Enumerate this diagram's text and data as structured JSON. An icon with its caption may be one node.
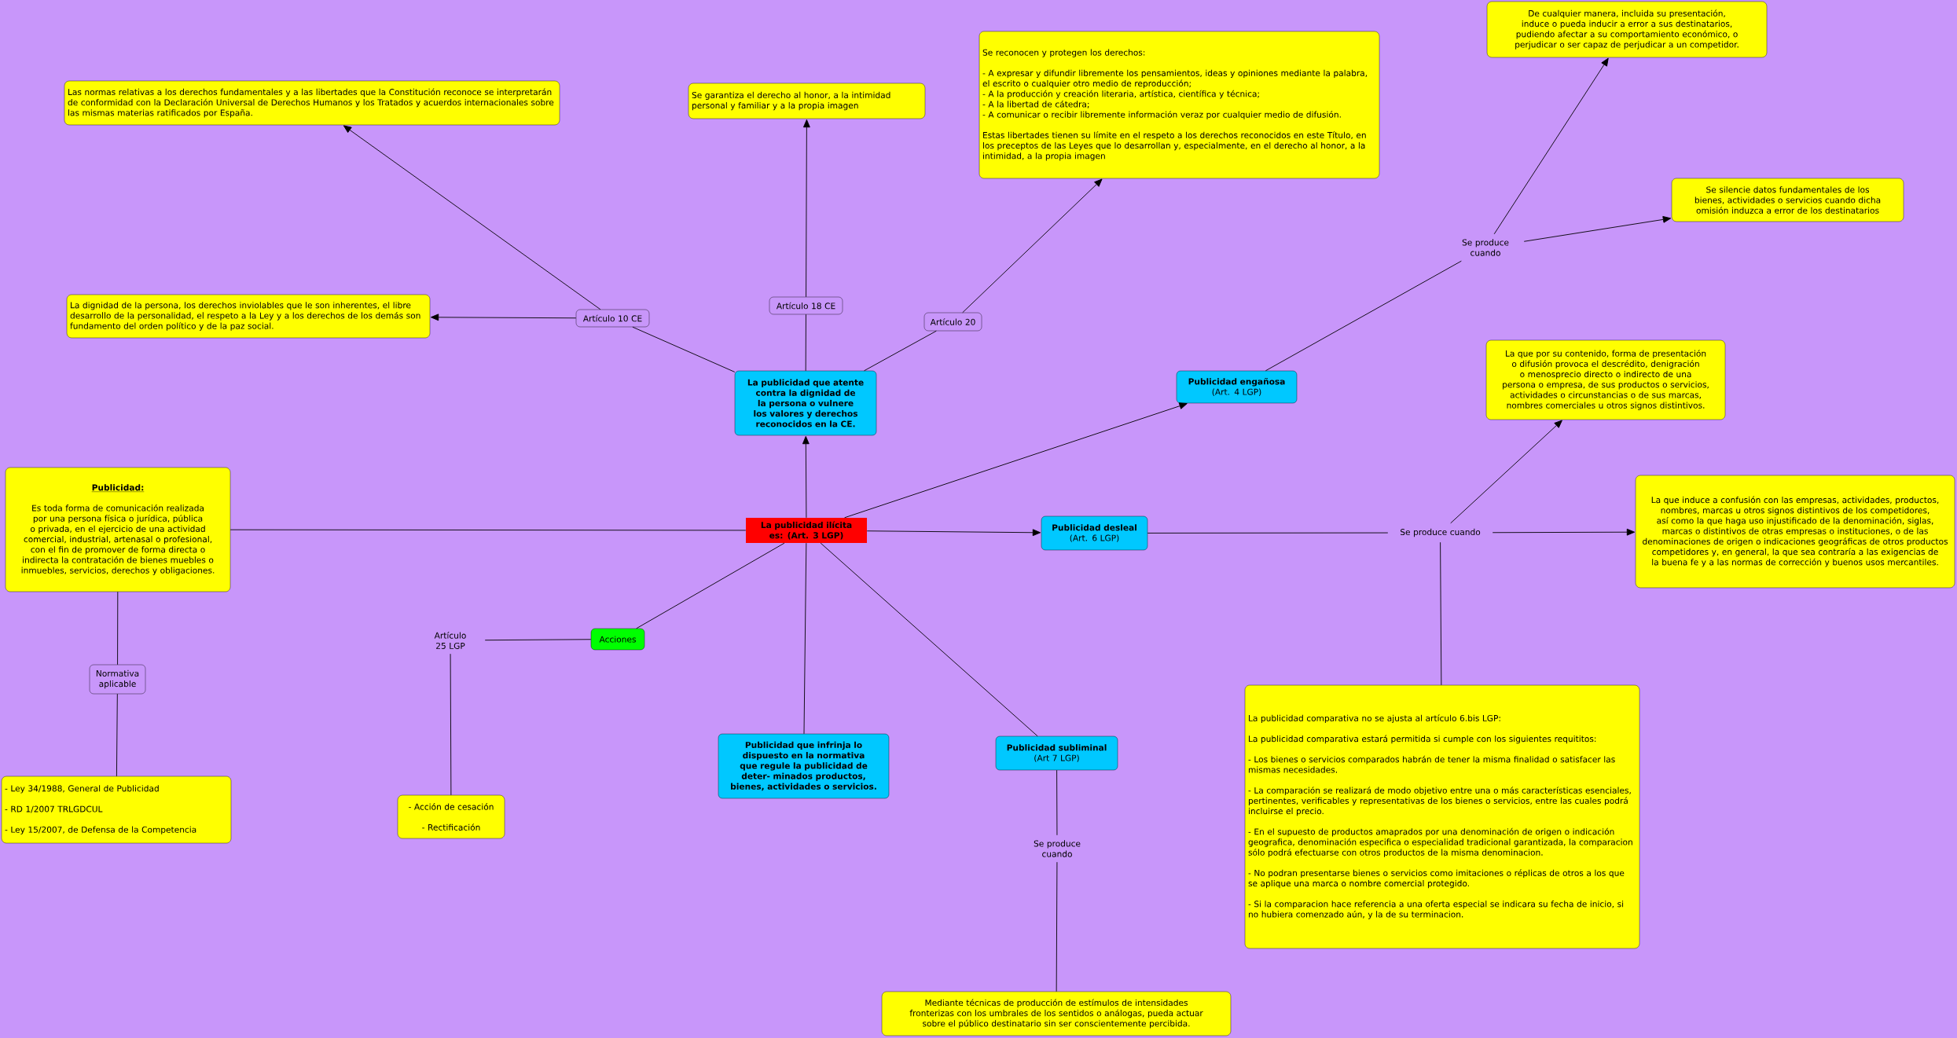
{
  "diagram": {
    "nodes": [
      {
        "text": [
          "La publicidad ilícita es: (Art. 3 LGP)"
        ]
      },
      {
        "text": [
          "La publicidad que atente contra la dignidad de la persona o vulnere los valores y derechos reconocidos en la CE."
        ]
      },
      {
        "text": [
          "Artículo 10 CE"
        ]
      },
      {
        "text": [
          "Las normas relativas a los derechos fundamentales y a las libertades que la Constitución reconoce se interpretarán de conformidad con la Declaración Universal de Derechos Humanos y los Tratados y acuerdos internacionales sobre las mismas materias ratificados por España."
        ]
      },
      {
        "text": [
          "La dignidad de la persona, los derechos inviolables que le son inherentes, el libre desarrollo de la personalidad, el respeto a la Ley y a los derechos de los demás son fundamento del orden político y de la paz social."
        ]
      },
      {
        "text": [
          "Artículo 18 CE"
        ]
      },
      {
        "text": [
          "Se garantiza el derecho al honor, a la intimidad personal y familiar y a la propia imagen"
        ]
      },
      {
        "text": [
          "Artículo 20"
        ]
      },
      {
        "text": [
          "Se reconocen y protegen los derechos:",
          "- A expresar y difundir libremente los pensamientos, ideas y opiniones mediante la palabra, el escrito o cualquier otro medio de reproducción;",
          "- A la producción y creación literaria, artística, científica y técnica;",
          "- A la libertad de cátedra;",
          "- A comunicar o recibir libremente información veraz por cualquier medio de difusión.",
          "Estas libertades tienen su límite en el respeto a los derechos reconocidos en este Título, en los preceptos de las Leyes que lo desarrollan y, especialmente, en el derecho al honor, a la intimidad, a la propia imagen"
        ]
      },
      {
        "text": [
          "Publicidad engañosa",
          "(Art. 4 LGP)"
        ]
      },
      {
        "text": [
          "Se produce cuando"
        ]
      },
      {
        "text": [
          "De cualquier manera, incluida su presentación, induce o pueda inducir a error a sus destinatarios, pudiendo afectar a su comportamiento económico, o perjudicar o ser capaz de perjudicar a un competidor."
        ]
      },
      {
        "text": [
          "Se silencie datos fundamentales de los bienes, actividades o servicios cuando dicha omisión induzca a error de los destinatarios"
        ]
      },
      {
        "text": [
          "Publicidad desleal",
          "(Art. 6 LGP)"
        ]
      },
      {
        "text": [
          "Se produce cuando"
        ]
      },
      {
        "text": [
          "La que por su contenido, forma de presentación o difusión provoca el descrédito, denigración o menosprecio directo o indirecto de una persona o empresa, de sus productos o servicios, actividades o circunstancias o de sus marcas, nombres comerciales u otros signos distintivos."
        ]
      },
      {
        "text": [
          "La que induce a confusión con las empresas, actividades, productos, nombres, marcas u otros signos distintivos de los competidores, así como la que haga uso injustificado de la denominación, siglas, marcas o distintivos de otras empresas o instituciones, o de las denominaciones de origen o indicaciones geográficas de otros productos competidores y, en general, la que sea contraría a las exigencias de la buena fe y a las normas de corrección y buenos usos mercantiles."
        ]
      },
      {
        "text": [
          "La publicidad comparativa no se ajusta al artículo 6.bis LGP:",
          "La publicidad comparativa estará permitida si cumple con los siguientes requititos:",
          "- Los bienes o servicios comparados habrán de tener la misma finalidad o satisfacer las mismas necesidades.",
          "- La comparación se realizará de modo objetivo entre una o más características esenciales, pertinentes, verificables y representativas de los bienes o servicios, entre las cuales podrá incluirse el precio.",
          "- En el supuesto de productos amaprados por una denominación de origen o indicación geografica, denominación especifica o especialidad tradicional garantizada, la comparacion sólo podrá efectuarse con otros productos de la misma denominacion.",
          "- No podran presentarse bienes o servicios como imitaciones o réplicas de otros a los que se aplique una marca o nombre comercial protegido.",
          "- Si la comparacion hace referencia a una oferta especial se indicara su fecha de inicio, si no hubiera comenzado aún, y la de su terminacion."
        ]
      },
      {
        "text": [
          "Publicidad subliminal",
          "(Art 7 LGP)"
        ]
      },
      {
        "text": [
          "Se produce cuando"
        ]
      },
      {
        "text": [
          "Mediante técnicas de producción de estímulos de intensidades fronterizas con los umbrales de los sentidos o análogas, pueda actuar sobre el público destinatario sin ser conscientemente percibida."
        ]
      },
      {
        "text": [
          "Publicidad que infrinja lo dispuesto en la normativa que regule la publicidad de deter- minados productos, bienes, actividades o servicios."
        ]
      },
      {
        "text": [
          "Acciones"
        ]
      },
      {
        "text": [
          "Artículo 25 LGP"
        ]
      },
      {
        "text": [
          "- Acción de cesación",
          "- Rectificación"
        ]
      },
      {
        "text": [
          "Publicidad:",
          "Es toda forma de comunicación realizada por una persona física o jurídica, pública o privada, en el ejercicio de una actividad comercial, industrial, artenasal o profesional, con el fin de promover de forma directa o indirecta la contratación de bienes muebles o inmuebles, servicios, derechos y obligaciones."
        ]
      },
      {
        "text": [
          "Normativa aplicable"
        ]
      },
      {
        "text": [
          "- Ley 34/1988, General de Publicidad",
          "- RD 1/2007 TRLGDCUL",
          "- Ley 15/2007, de Defensa de la Competencia"
        ]
      }
    ],
    "edges": [
      {
        "from": 0,
        "to": 1,
        "arrow": "to"
      },
      {
        "from": 1,
        "to": 2,
        "arrow": "none"
      },
      {
        "from": 2,
        "to": 3,
        "arrow": "to"
      },
      {
        "from": 2,
        "to": 4,
        "arrow": "to"
      },
      {
        "from": 1,
        "to": 5,
        "arrow": "none"
      },
      {
        "from": 5,
        "to": 6,
        "arrow": "to"
      },
      {
        "from": 1,
        "to": 7,
        "arrow": "none"
      },
      {
        "from": 7,
        "to": 8,
        "arrow": "to"
      },
      {
        "from": 0,
        "to": 9,
        "arrow": "to"
      },
      {
        "from": 9,
        "to": 10,
        "arrow": "none"
      },
      {
        "from": 10,
        "to": 11,
        "arrow": "to"
      },
      {
        "from": 10,
        "to": 12,
        "arrow": "to"
      },
      {
        "from": 0,
        "to": 13,
        "arrow": "to"
      },
      {
        "from": 13,
        "to": 14,
        "arrow": "none"
      },
      {
        "from": 14,
        "to": 15,
        "arrow": "to"
      },
      {
        "from": 14,
        "to": 16,
        "arrow": "to"
      },
      {
        "from": 14,
        "to": 17,
        "arrow": "none"
      },
      {
        "from": 0,
        "to": 18,
        "arrow": "none"
      },
      {
        "from": 18,
        "to": 19,
        "arrow": "none"
      },
      {
        "from": 19,
        "to": 20,
        "arrow": "none"
      },
      {
        "from": 0,
        "to": 21,
        "arrow": "none"
      },
      {
        "from": 0,
        "to": 22,
        "arrow": "none"
      },
      {
        "from": 22,
        "to": 23,
        "arrow": "none"
      },
      {
        "from": 23,
        "to": 24,
        "arrow": "none"
      },
      {
        "from": 25,
        "to": 0,
        "arrow": "none"
      },
      {
        "from": 25,
        "to": 26,
        "arrow": "none"
      },
      {
        "from": 26,
        "to": 27,
        "arrow": "none"
      }
    ]
  }
}
